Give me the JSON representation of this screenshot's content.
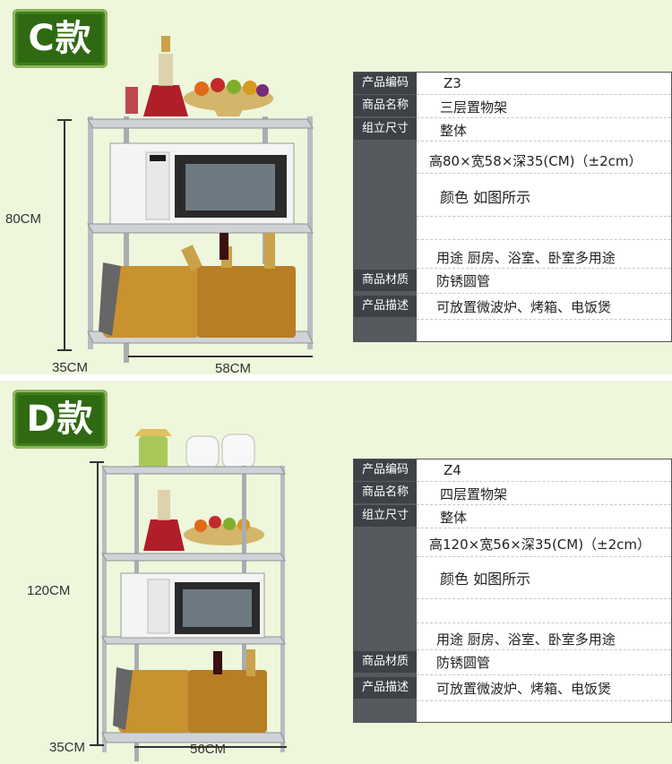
{
  "c": {
    "badge": "C款",
    "height_dim": "80CM",
    "depth_dim": "35CM",
    "width_dim": "58CM",
    "spec": {
      "code_label": "产品编码",
      "code_value": "Z3",
      "name_label": "商品名称",
      "name_value": "三层置物架",
      "assembly_label": "组立尺寸",
      "assembly_value": "整体",
      "size_value": "高80×宽58×深35(CM)（±2cm）",
      "color_value": "颜色  如图所示",
      "use_value": "用途    厨房、浴室、卧室多用途",
      "material_label": "商品材质",
      "material_value": "防锈圆管",
      "desc_label": "产品描述",
      "desc_value": "可放置微波炉、烤箱、电饭煲"
    }
  },
  "d": {
    "badge": "D款",
    "height_dim": "120CM",
    "depth_dim": "35CM",
    "width_dim": "56CM",
    "spec": {
      "code_label": "产品编码",
      "code_value": "Z4",
      "name_label": "商品名称",
      "name_value": "四层置物架",
      "assembly_label": "组立尺寸",
      "assembly_value": "整体",
      "size_value": "高120×宽56×深35(CM)（±2cm）",
      "color_value": "颜色  如图所示",
      "use_value": "用途    厨房、浴室、卧室多用途",
      "material_label": "商品材质",
      "material_value": "防锈圆管",
      "desc_label": "产品描述",
      "desc_value": "可放置微波炉、烤箱、电饭煲"
    }
  },
  "colors": {
    "background": "#eef6dc",
    "badge": "#2f6a12",
    "label_cell": "#555a5e",
    "shelf": "#b8bcc0"
  }
}
